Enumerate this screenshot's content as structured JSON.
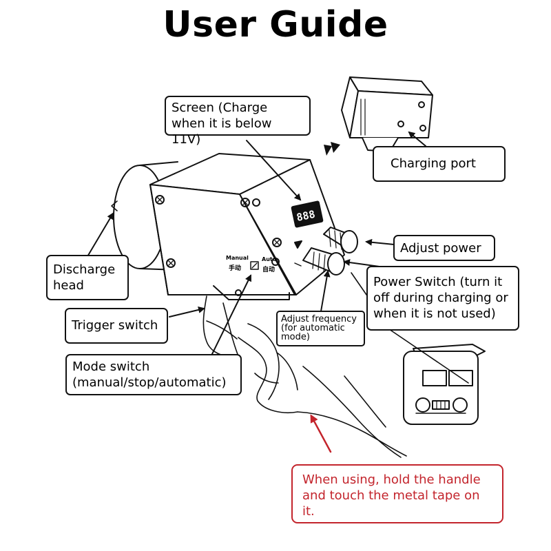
{
  "title": "User Guide",
  "labels": {
    "screen": "Screen (Charge\nwhen it is below 11V)",
    "charging_port": "Charging port",
    "adjust_power": "Adjust power",
    "discharge_head": "Discharge\nhead",
    "power_switch": "Power Switch (turn it\noff during charging or\nwhen it is not used)",
    "trigger_switch": "Trigger switch",
    "adjust_frequency": "Adjust frequency\n(for automatic\nmode)",
    "mode_switch": "Mode switch\n(manual/stop/automatic)",
    "hold_instruction": "When using, hold the handle\nand touch the metal tape on it."
  },
  "device_markings": {
    "manual_en": "Manual",
    "manual_zh": "手动",
    "auto_en": "Auto",
    "auto_zh": "自动"
  },
  "colors": {
    "line": "#111111",
    "warning": "#c3242c"
  }
}
